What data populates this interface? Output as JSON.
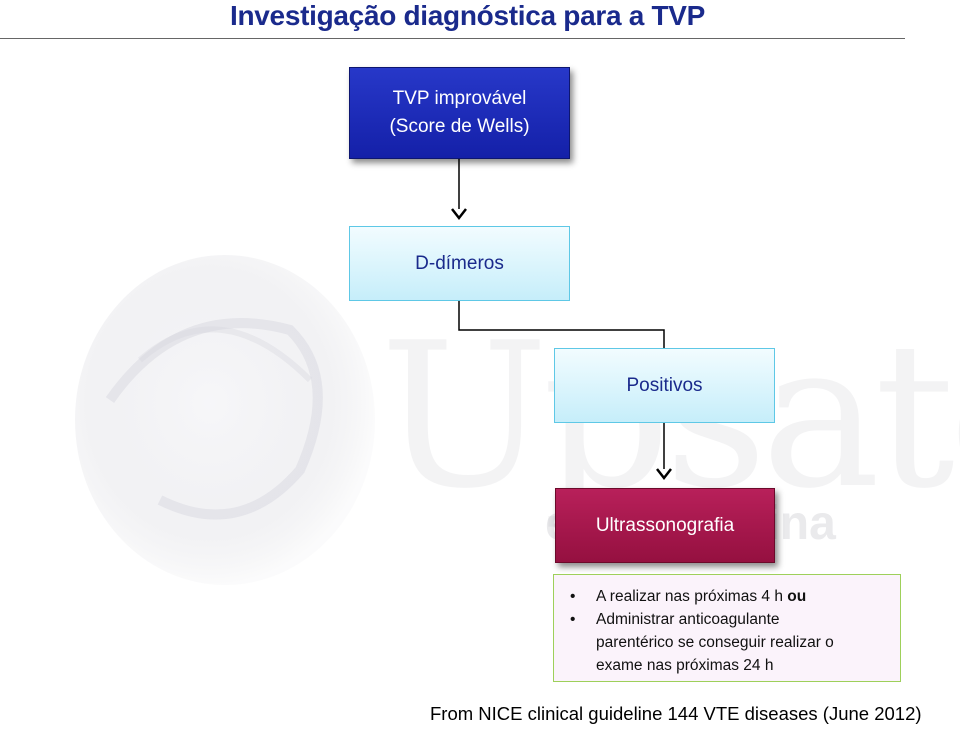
{
  "title": "Investigação diagnóstica para a TVP",
  "watermark": {
    "letters": "Upsate",
    "sub": "em medicina"
  },
  "boxes": {
    "start_line1": "TVP improvável",
    "start_line2": "(Score de Wells)",
    "ddimer": "D-dímeros",
    "positive": "Positivos",
    "ultrasound": "Ultrassonografia"
  },
  "note": {
    "item1_text": "A realizar nas próximas 4 h ",
    "item1_bold": "ou",
    "item2_line1": "Administrar anticoagulante",
    "item2_line2": "parentérico se conseguir realizar o",
    "item2_line3": "exame nas próximas 24 h"
  },
  "footer": "From NICE clinical guideline 144 VTE diseases (June 2012)",
  "colors": {
    "title": "#1a2a8c",
    "start_box": "#1f2fbd",
    "step_box": "#d8f4fc",
    "ultrasound_box": "#a8184e",
    "note_border": "#9ed05a"
  }
}
